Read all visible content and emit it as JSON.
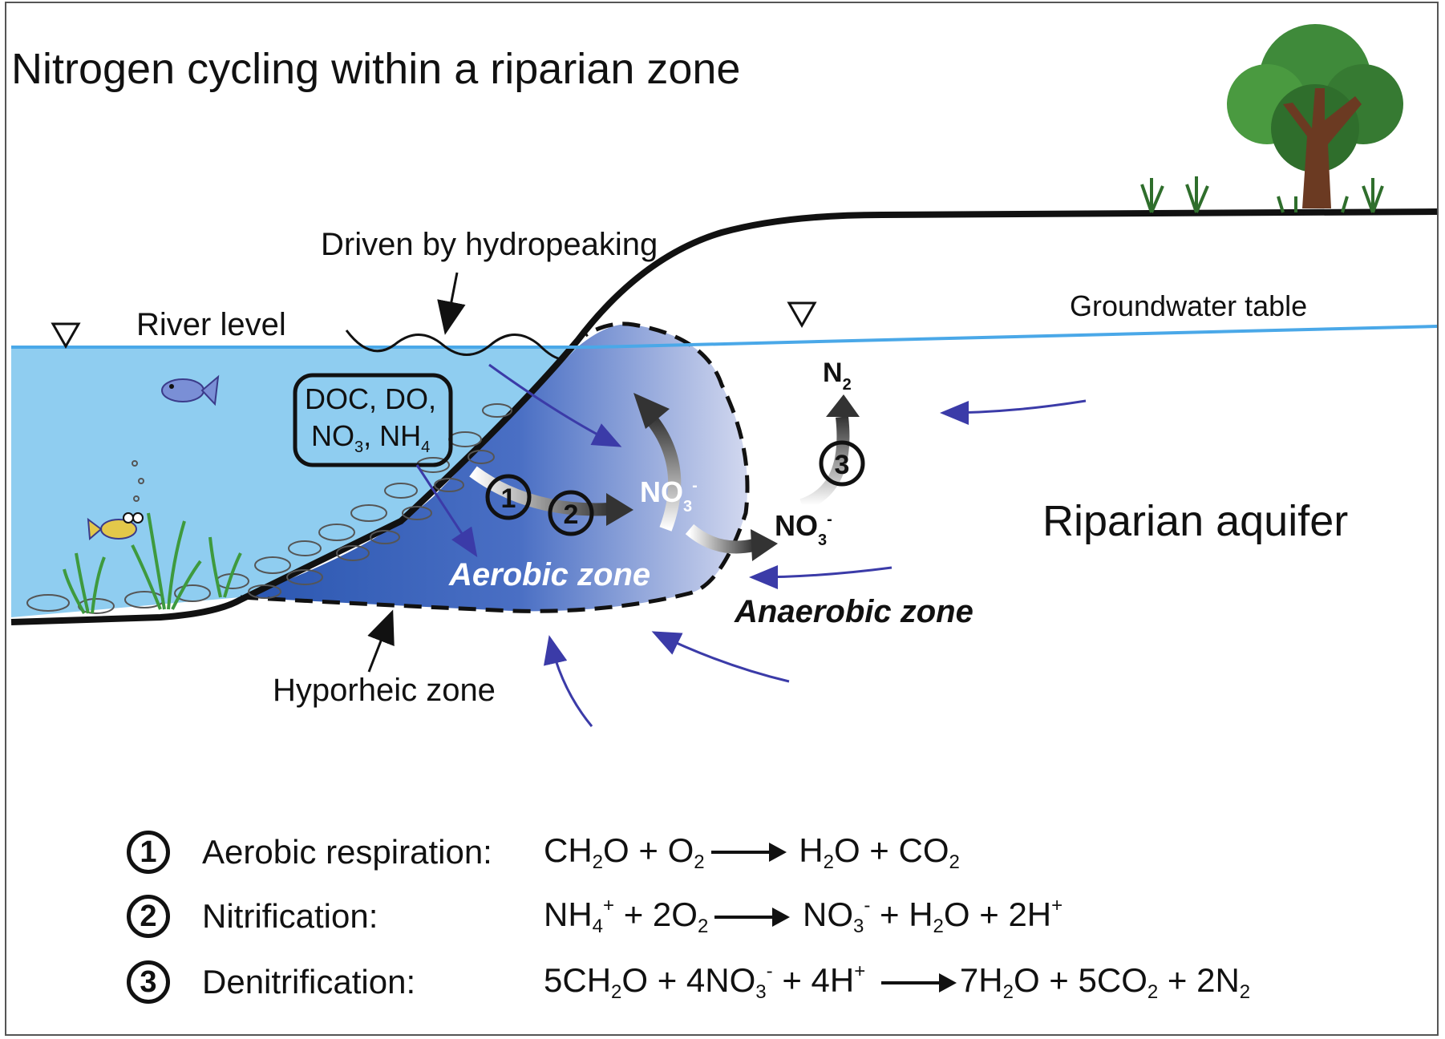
{
  "title": "Nitrogen cycling within a riparian zone",
  "labels": {
    "hydropeaking": "Driven by hydropeaking",
    "river_level": "River level",
    "groundwater_table": "Groundwater table",
    "doc_line1": "DOC, DO,",
    "doc_line2_a": "NO",
    "doc_line2_sub1": "3",
    "doc_line2_b": ", NH",
    "doc_line2_sub2": "4",
    "n2": "N",
    "n2_sub": "2",
    "no3": "NO",
    "no3_sub": "3",
    "no3_sup": "-",
    "aerobic_zone": "Aerobic zone",
    "anaerobic_zone": "Anaerobic zone",
    "riparian_aquifer": "Riparian aquifer",
    "hyporheic_zone": "Hyporheic zone",
    "step1": "1",
    "step2": "2",
    "step3": "3"
  },
  "reactions": [
    {
      "num": "1",
      "name": "Aerobic respiration:",
      "equation": "CH2O + O2 → H2O + CO2"
    },
    {
      "num": "2",
      "name": "Nitrification:",
      "equation": "NH4+ + 2O2 → NO3- + H2O + 2H+"
    },
    {
      "num": "3",
      "name": "Denitrification:",
      "equation": "5CH2O + 4NO3- + 4H+ → 7H2O + 5CO2 + 2N2"
    }
  ],
  "colors": {
    "river_water": "#8fcdf0",
    "water_line": "#4aa8e8",
    "hyporheic_dark": "#2f5fb8",
    "hyporheic_light": "#c9d2ee",
    "flow_arrows": "#3b3ba8",
    "tree_canopy": "#3f8a3a",
    "tree_trunk": "#6b3a22"
  }
}
